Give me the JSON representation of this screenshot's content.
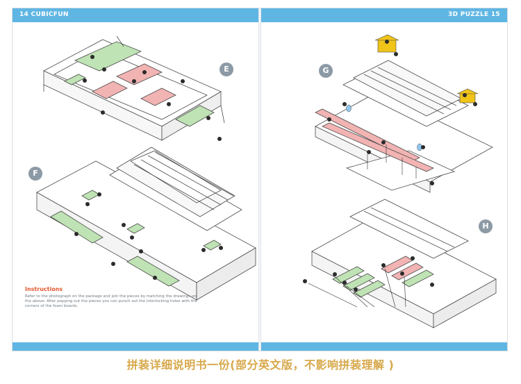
{
  "header": {
    "left_text": "14 CUBICFUN",
    "right_text": "3D PUZZLE 15"
  },
  "steps": {
    "e": "E",
    "f": "F",
    "g": "G",
    "h": "H"
  },
  "instructions": {
    "title": "Instructions",
    "body": "Refer to the photograph on the package and join the pieces by matching the drawings on the above. After popping out the pieces you can punch out the interlocking holes with the corners of the foam boards."
  },
  "caption": "拼装详细说明书一份(部分英文版，不影响拼装理解 )",
  "colors": {
    "header_bar": "#5fb6e3",
    "piece_green": "#bfe3b4",
    "piece_pink": "#f2b3b3",
    "piece_yellow": "#f0c419",
    "caption_gold": "#d7a84a",
    "instructions_title": "#e2572d"
  }
}
